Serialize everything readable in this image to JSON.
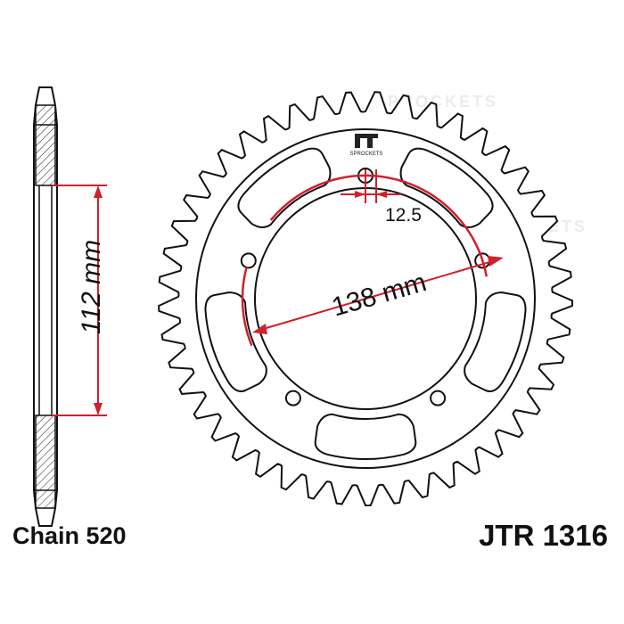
{
  "title_left": "Chain 520",
  "title_right": "JTR 1316",
  "dimensions": {
    "height_label": "112 mm",
    "pcd_label": "138 mm",
    "bolt_label": "12.5"
  },
  "logo": {
    "text": "SPROCKETS"
  },
  "watermark": "SPROCKETS",
  "colors": {
    "line": "#111111",
    "dimension": "#d0202c",
    "watermark": "#e9e9e9"
  }
}
